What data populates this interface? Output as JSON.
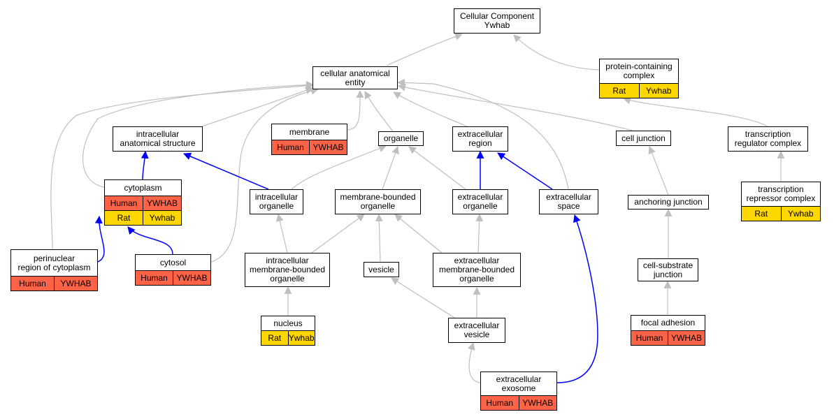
{
  "colors": {
    "human": "#ff6347",
    "rat": "#ffd700",
    "is_a_edge": "#bfbfbf",
    "part_of_edge": "#0000ff"
  },
  "nodes": {
    "root": {
      "label": "Cellular Component\nYwhab"
    },
    "cae": {
      "label": "cellular anatomical\nentity"
    },
    "pcc": {
      "label": "protein-containing\ncomplex",
      "annotations": [
        [
          "Rat",
          "Ywhab"
        ]
      ]
    },
    "ias": {
      "label": "intracellular\nanatomical structure"
    },
    "membrane": {
      "label": "membrane",
      "annotations": [
        [
          "Human",
          "YWHAB"
        ]
      ]
    },
    "organelle": {
      "label": "organelle"
    },
    "ecr": {
      "label": "extracellular\nregion"
    },
    "celljunc": {
      "label": "cell junction"
    },
    "trc": {
      "label": "transcription\nregulator complex"
    },
    "cytoplasm": {
      "label": "cytoplasm",
      "annotations": [
        [
          "Human",
          "YWHAB"
        ],
        [
          "Rat",
          "Ywhab"
        ]
      ]
    },
    "io": {
      "label": "intracellular\norganelle"
    },
    "mbo": {
      "label": "membrane-bounded\norganelle"
    },
    "eco": {
      "label": "extracellular\norganelle"
    },
    "ecs": {
      "label": "extracellular\nspace"
    },
    "anchj": {
      "label": "anchoring junction"
    },
    "trepc": {
      "label": "transcription\nrepressor complex",
      "annotations": [
        [
          "Rat",
          "Ywhab"
        ]
      ]
    },
    "perinuc": {
      "label": "perinuclear\nregion of cytoplasm",
      "annotations": [
        [
          "Human",
          "YWHAB"
        ]
      ]
    },
    "cytosol": {
      "label": "cytosol",
      "annotations": [
        [
          "Human",
          "YWHAB"
        ]
      ]
    },
    "imbo": {
      "label": "intracellular\nmembrane-bounded\norganelle"
    },
    "vesicle": {
      "label": "vesicle"
    },
    "embo": {
      "label": "extracellular\nmembrane-bounded\norganelle"
    },
    "csj": {
      "label": "cell-substrate\njunction"
    },
    "nucleus": {
      "label": "nucleus",
      "annotations": [
        [
          "Rat",
          "Ywhab"
        ]
      ]
    },
    "ecv": {
      "label": "extracellular\nvesicle"
    },
    "focal": {
      "label": "focal adhesion",
      "annotations": [
        [
          "Human",
          "YWHAB"
        ]
      ]
    },
    "exosome": {
      "label": "extracellular\nexosome",
      "annotations": [
        [
          "Human",
          "YWHAB"
        ]
      ]
    }
  },
  "edges": [
    {
      "from": "cae",
      "to": "root",
      "type": "is_a"
    },
    {
      "from": "pcc",
      "to": "root",
      "type": "is_a"
    },
    {
      "from": "ias",
      "to": "cae",
      "type": "is_a"
    },
    {
      "from": "membrane",
      "to": "cae",
      "type": "is_a"
    },
    {
      "from": "organelle",
      "to": "cae",
      "type": "is_a"
    },
    {
      "from": "ecr",
      "to": "cae",
      "type": "is_a"
    },
    {
      "from": "celljunc",
      "to": "cae",
      "type": "is_a"
    },
    {
      "from": "cytoplasm",
      "to": "cae",
      "type": "is_a"
    },
    {
      "from": "perinuc",
      "to": "cae",
      "type": "is_a"
    },
    {
      "from": "cytosol",
      "to": "cae",
      "type": "is_a"
    },
    {
      "from": "ecs",
      "to": "cae",
      "type": "is_a"
    },
    {
      "from": "trc",
      "to": "pcc",
      "type": "is_a"
    },
    {
      "from": "trepc",
      "to": "trc",
      "type": "is_a"
    },
    {
      "from": "cytoplasm",
      "to": "ias",
      "type": "part_of"
    },
    {
      "from": "io",
      "to": "ias",
      "type": "part_of"
    },
    {
      "from": "io",
      "to": "organelle",
      "type": "is_a"
    },
    {
      "from": "mbo",
      "to": "organelle",
      "type": "is_a"
    },
    {
      "from": "eco",
      "to": "organelle",
      "type": "is_a"
    },
    {
      "from": "eco",
      "to": "ecr",
      "type": "part_of"
    },
    {
      "from": "ecs",
      "to": "ecr",
      "type": "part_of"
    },
    {
      "from": "anchj",
      "to": "celljunc",
      "type": "is_a"
    },
    {
      "from": "perinuc",
      "to": "cytoplasm",
      "type": "part_of"
    },
    {
      "from": "cytosol",
      "to": "cytoplasm",
      "type": "part_of"
    },
    {
      "from": "imbo",
      "to": "io",
      "type": "is_a"
    },
    {
      "from": "imbo",
      "to": "mbo",
      "type": "is_a"
    },
    {
      "from": "vesicle",
      "to": "mbo",
      "type": "is_a"
    },
    {
      "from": "embo",
      "to": "mbo",
      "type": "is_a"
    },
    {
      "from": "embo",
      "to": "eco",
      "type": "is_a"
    },
    {
      "from": "csj",
      "to": "anchj",
      "type": "is_a"
    },
    {
      "from": "nucleus",
      "to": "imbo",
      "type": "is_a"
    },
    {
      "from": "ecv",
      "to": "vesicle",
      "type": "is_a"
    },
    {
      "from": "ecv",
      "to": "embo",
      "type": "is_a"
    },
    {
      "from": "focal",
      "to": "csj",
      "type": "is_a"
    },
    {
      "from": "exosome",
      "to": "ecv",
      "type": "is_a"
    },
    {
      "from": "exosome",
      "to": "ecs",
      "type": "part_of"
    }
  ]
}
